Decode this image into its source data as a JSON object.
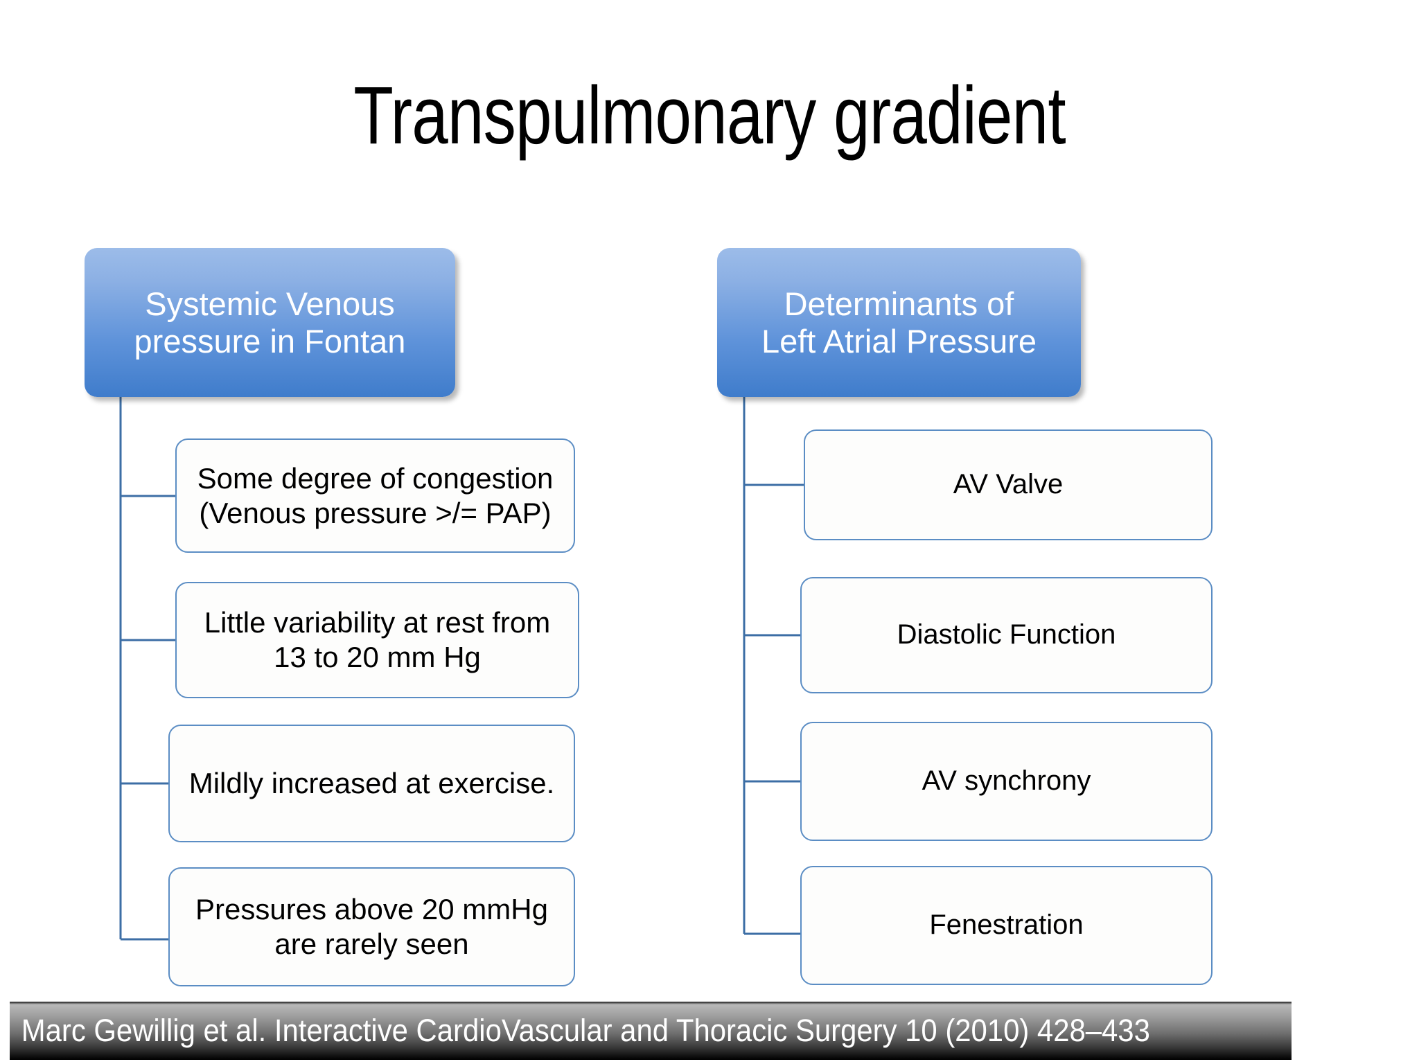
{
  "slide": {
    "title": "Transpulmonary gradient",
    "background_color": "#ffffff"
  },
  "theme": {
    "header_gradient_top": "#9cbce9",
    "header_gradient_bottom": "#3f7ccb",
    "header_text_color": "#ffffff",
    "leaf_border_color": "#5b8dc4",
    "leaf_fill_color": "#fdfdfc",
    "leaf_text_color": "#000000",
    "connector_color": "#3c6ea5",
    "citation_text_color": "#ffffff"
  },
  "columns": [
    {
      "header": "Systemic Venous\npressure in Fontan",
      "header_line1": "Systemic Venous",
      "header_line2": "pressure in Fontan",
      "items": [
        {
          "line1": "Some degree of congestion",
          "line2": "(Venous pressure >/= PAP)"
        },
        {
          "line1": "Little variability at rest from",
          "line2": "13 to 20 mm Hg"
        },
        {
          "line1": "Mildly increased at exercise.",
          "line2": ""
        },
        {
          "line1": "Pressures above 20 mmHg",
          "line2": "are rarely seen"
        }
      ]
    },
    {
      "header": "Determinants of\nLeft Atrial Pressure",
      "header_line1": "Determinants of",
      "header_line2": "Left Atrial Pressure",
      "items": [
        {
          "line1": "AV Valve",
          "line2": ""
        },
        {
          "line1": "Diastolic Function",
          "line2": ""
        },
        {
          "line1": "AV synchrony",
          "line2": ""
        },
        {
          "line1": "Fenestration",
          "line2": ""
        }
      ]
    }
  ],
  "citation": {
    "text": "Marc Gewillig et al. Interactive CardioVascular and Thoracic Surgery 10 (2010) 428–433"
  }
}
